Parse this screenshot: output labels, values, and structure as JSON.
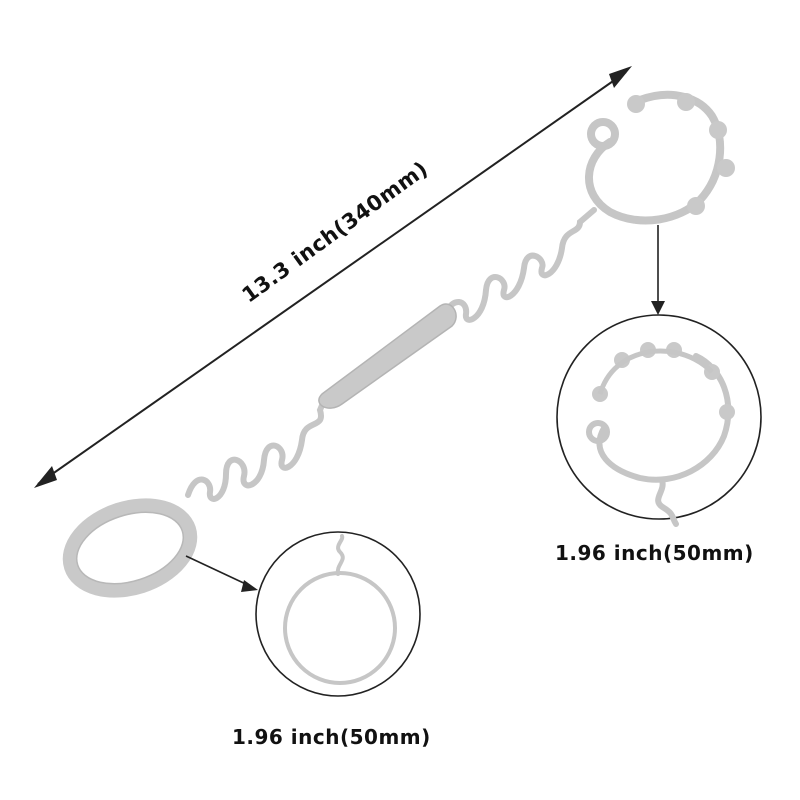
{
  "labels": {
    "overall_length": "13.3 inch(340mm)",
    "clip_diameter": "1.96 inch(50mm)",
    "ring_diameter": "1.96 inch(50mm)"
  },
  "colors": {
    "product": "#c9c9c9",
    "product_outline": "#aeaeae",
    "line": "#222222",
    "background": "#ffffff"
  }
}
